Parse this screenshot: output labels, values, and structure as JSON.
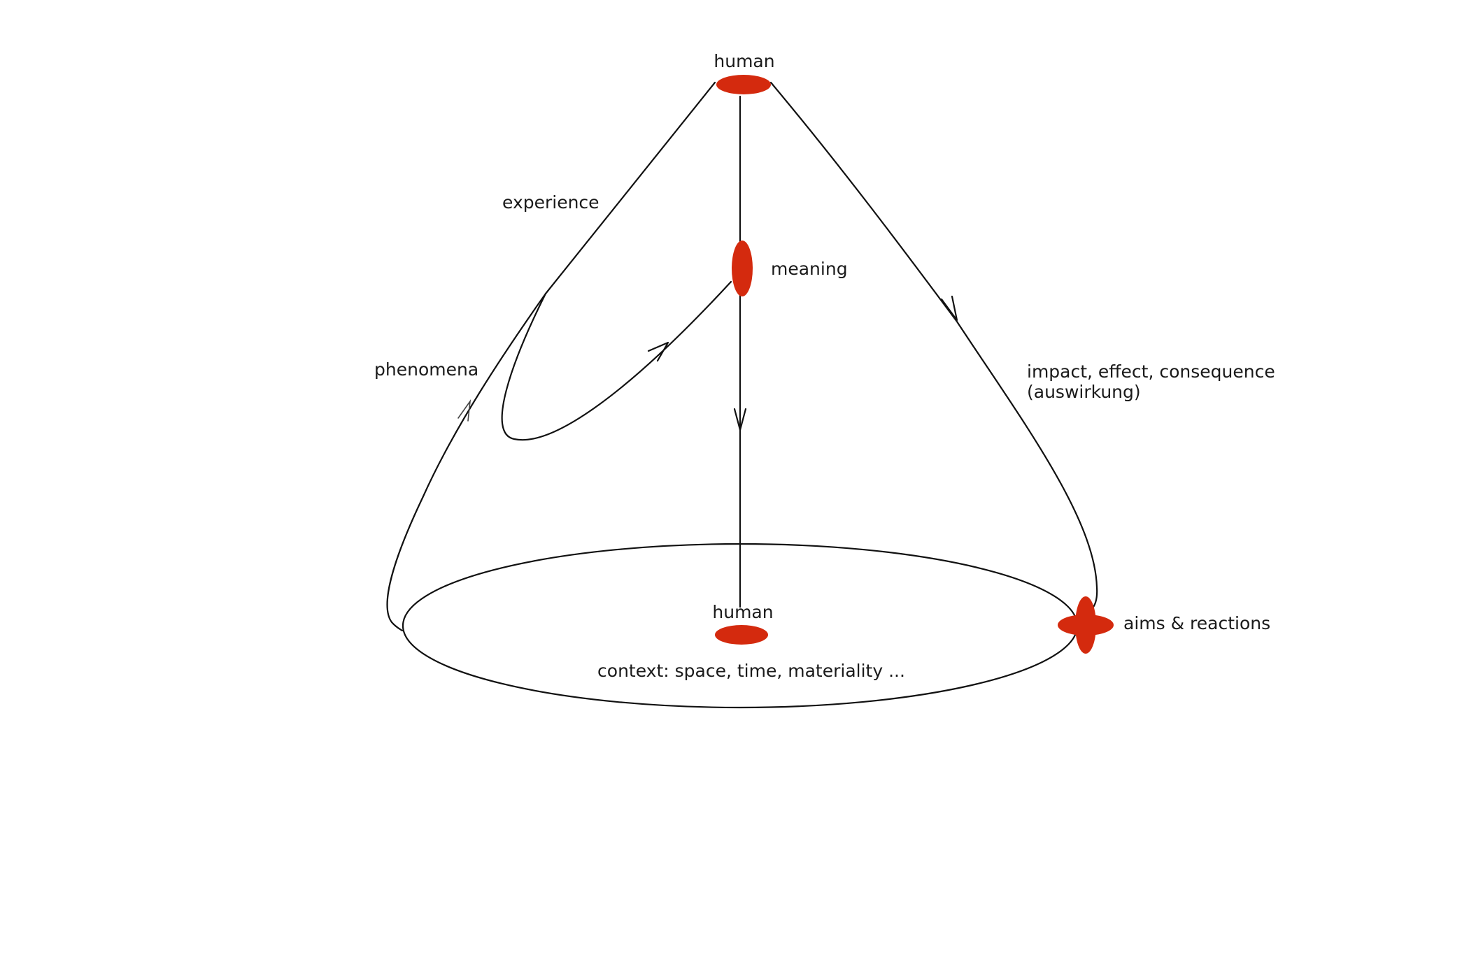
{
  "diagram": {
    "nodes": {
      "human_top": "human",
      "meaning": "meaning",
      "human_bottom": "human",
      "aims_reactions": "aims & reactions"
    },
    "labels": {
      "experience": "experience",
      "phenomena": "phenomena",
      "impact_line1": "impact, effect, consequence",
      "impact_line2": "(auswirkung)",
      "context": "context: space, time, materiality ..."
    },
    "colors": {
      "node": "#d42a0e",
      "line": "#111111"
    }
  }
}
